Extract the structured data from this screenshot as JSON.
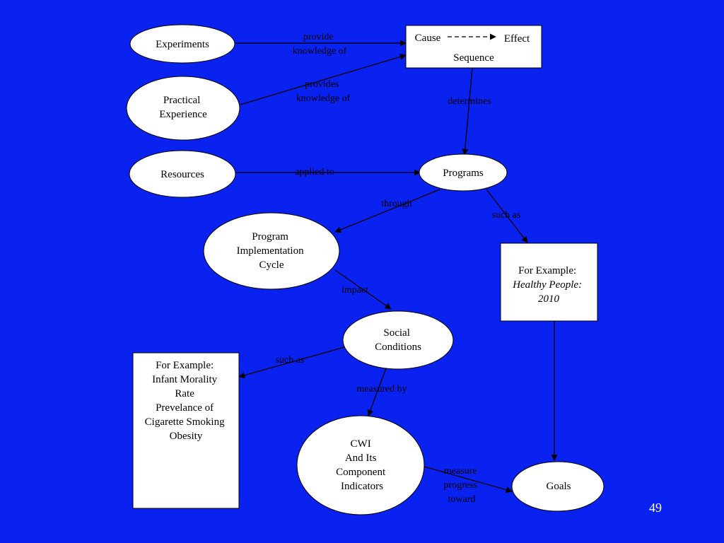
{
  "colors": {
    "background": "#0a22f0",
    "node_fill": "#ffffff",
    "line": "#000000",
    "text": "#000000",
    "slide_number": "#ffffff"
  },
  "nodes": {
    "experiments": [
      "Experiments"
    ],
    "practical_experience": [
      "Practical",
      "Experience"
    ],
    "resources": [
      "Resources"
    ],
    "cause_effect": {
      "cause": "Cause",
      "effect": "Effect",
      "sequence": "Sequence"
    },
    "programs": [
      "Programs"
    ],
    "program_implementation_cycle": [
      "Program",
      "Implementation",
      "Cycle"
    ],
    "healthy_people": [
      "For Example:",
      "Healthy People:",
      "2010"
    ],
    "social_conditions": [
      "Social",
      "Conditions"
    ],
    "examples_box": [
      "For Example:",
      "",
      "Infant Morality",
      "Rate",
      "",
      "Prevelance of",
      "Cigarette Smoking",
      "",
      "Obesity"
    ],
    "cwi": [
      "CWI",
      "And Its",
      "Component",
      "Indicators"
    ],
    "goals": [
      "Goals"
    ]
  },
  "edges": {
    "provide_knowledge": [
      "provide",
      "knowledge of"
    ],
    "provides_knowledge": [
      "provides",
      "knowledge of"
    ],
    "determines": [
      "determines"
    ],
    "applied_to": [
      "applied to"
    ],
    "through": [
      "through"
    ],
    "such_as_programs": [
      "such as"
    ],
    "impact": [
      "impact"
    ],
    "such_as_social": [
      "such as"
    ],
    "measured_by": [
      "measured by"
    ],
    "measure_progress": [
      "measure",
      "progress",
      "toward"
    ]
  },
  "slide_number": "49"
}
